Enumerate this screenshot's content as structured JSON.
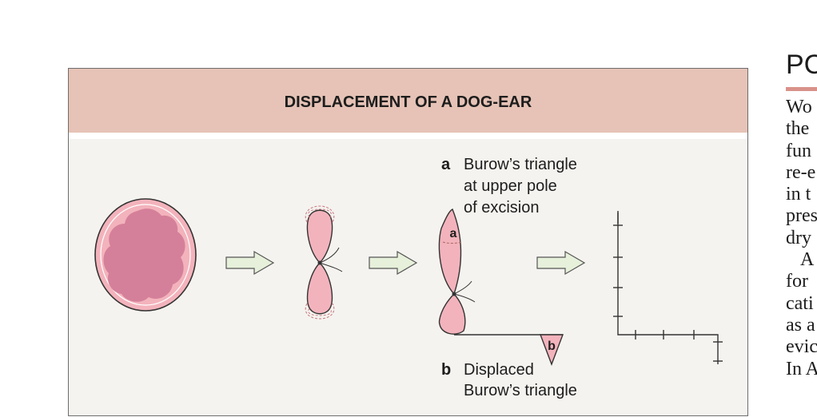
{
  "figure": {
    "title": "DISPLACEMENT OF A DOG-EAR",
    "labels": {
      "a_marker": "a",
      "a_lines": [
        "Burow’s triangle",
        "at upper pole",
        "of excision"
      ],
      "b_marker": "b",
      "b_lines": [
        "Displaced",
        "Burow’s triangle"
      ],
      "a_in_triangle": "a",
      "b_in_triangle": "b"
    },
    "colors": {
      "header_bg": "#e6c3b6",
      "panel_bg": "#f5f3ef",
      "lesion_pink": "#f3b3bc",
      "lesion_core": "#d5809a",
      "arrow_fill": "#e6f0da"
    }
  },
  "page": {
    "heading": "PC",
    "lines": [
      "Wo",
      "the",
      "fun",
      "re-e",
      "in t",
      "pres",
      "dry",
      "A",
      "for",
      "cati",
      "as a",
      "evic",
      "In A"
    ]
  }
}
